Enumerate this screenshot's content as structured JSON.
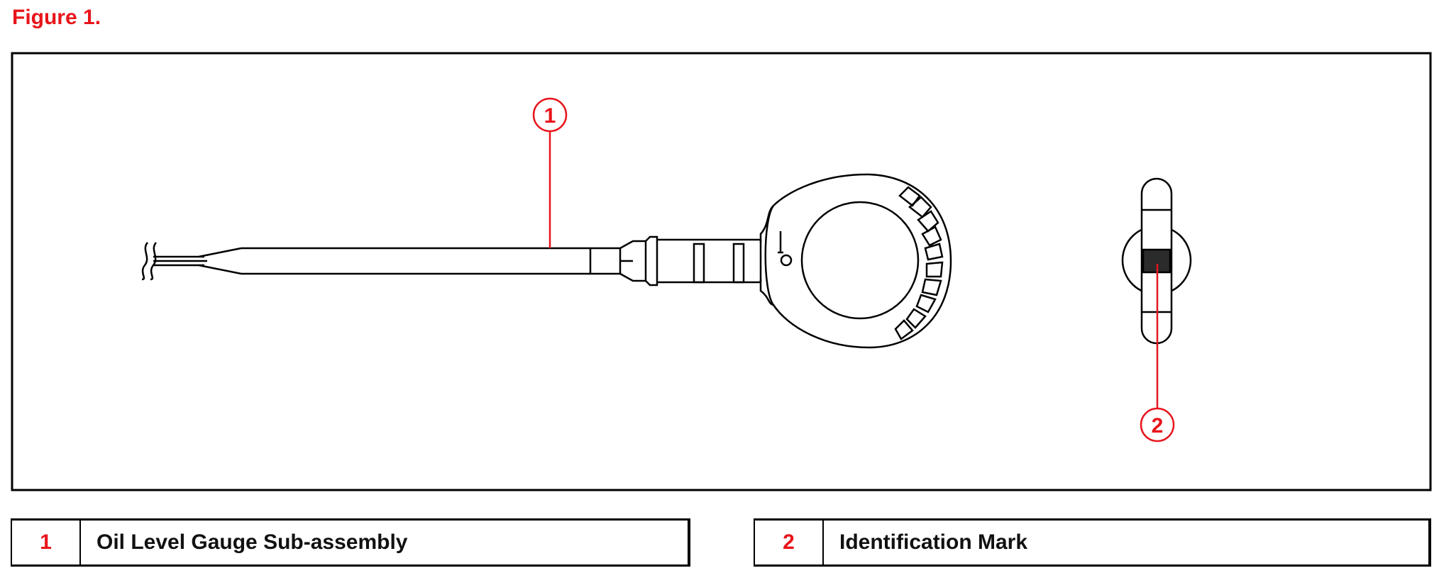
{
  "figure_title": "Figure 1.",
  "callouts": [
    {
      "number": "1",
      "label": "Oil Level Gauge Sub-assembly"
    },
    {
      "number": "2",
      "label": "Identification Mark"
    }
  ],
  "colors": {
    "accent": "#e8141b",
    "line": "#000000",
    "background": "#ffffff"
  }
}
